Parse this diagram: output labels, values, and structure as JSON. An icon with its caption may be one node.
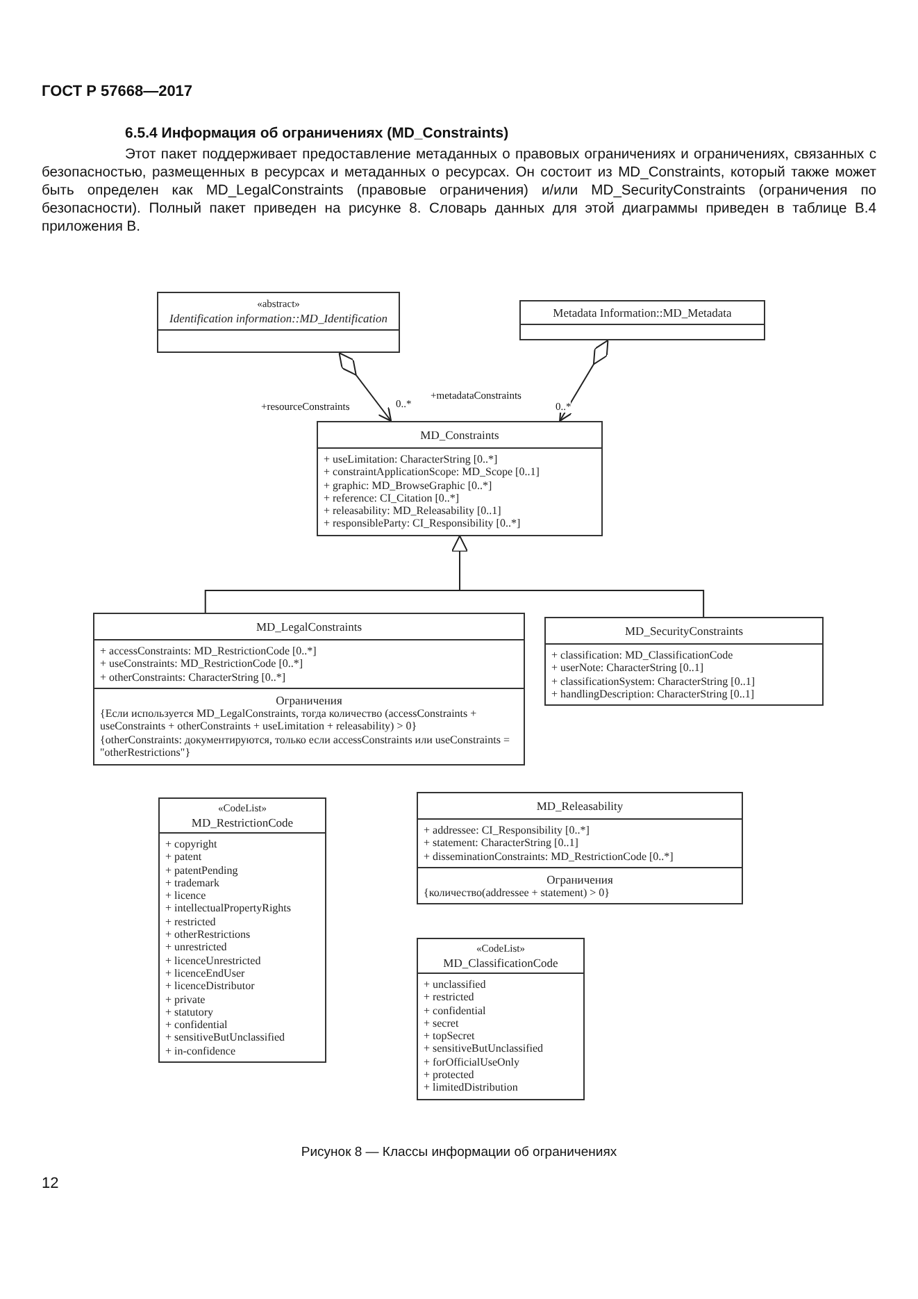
{
  "diagram": {
    "title": "6.5.4 Информация об ограничениях (MD_Constraints)",
    "caption": "Рисунок 8 — Классы информации об ограничениях",
    "nodes": [
      {
        "text": [
          "«abstract»",
          "Identification information::MD_Identification"
        ]
      },
      {
        "text": [
          "Metadata Information::MD_Metadata"
        ]
      },
      {
        "text": [
          "MD_Constraints",
          "+ useLimitation: CharacterString [0..*]",
          "+ constraintApplicationScope: MD_Scope [0..1]",
          "+ graphic: MD_BrowseGraphic [0..*]",
          "+ reference: CI_Citation [0..*]",
          "+ releasability: MD_Releasability [0..1]",
          "+ responsibleParty: CI_Responsibility [0..*]"
        ]
      },
      {
        "text": [
          "MD_LegalConstraints",
          "+ accessConstraints: MD_RestrictionCode [0..*]",
          "+ useConstraints: MD_RestrictionCode [0..*]",
          "+ otherConstraints: CharacterString [0..*]",
          "Ограничения",
          "{Если используется MD_LegalConstraints, тогда количество (accessConstraints + useConstraints + otherConstraints + useLimitation + releasability) > 0}",
          "{otherConstraints: документируются, только если accessConstraints или useConstraints = \"otherRestrictions\"}"
        ]
      },
      {
        "text": [
          "MD_SecurityConstraints",
          "+ classification: MD_ClassificationCode",
          "+ userNote: CharacterString [0..1]",
          "+ classificationSystem: CharacterString [0..1]",
          "+ handlingDescription: CharacterString [0..1]"
        ]
      },
      {
        "text": [
          "«CodeList»",
          "MD_RestrictionCode",
          "+ copyright",
          "+ patent",
          "+ patentPending",
          "+ trademark",
          "+ licence",
          "+ intellectualPropertyRights",
          "+ restricted",
          "+ otherRestrictions",
          "+ unrestricted",
          "+ licenceUnrestricted",
          "+ licenceEndUser",
          "+ licenceDistributor",
          "+ private",
          "+ statutory",
          "+ confidential",
          "+ sensitiveButUnclassified",
          "+ in-confidence"
        ]
      },
      {
        "text": [
          "MD_Releasability",
          "+ addressee: CI_Responsibility [0..*]",
          "+ statement: CharacterString [0..1]",
          "+ disseminationConstraints: MD_RestrictionCode [0..*]",
          "Ограничения",
          "{количество(addressee + statement) > 0}"
        ]
      },
      {
        "text": [
          "«CodeList»",
          "MD_ClassificationCode",
          "+ unclassified",
          "+ restricted",
          "+ confidential",
          "+ secret",
          "+ topSecret",
          "+ sensitiveButUnclassified",
          "+ forOfficialUseOnly",
          "+ protected",
          "+ limitedDistribution"
        ]
      }
    ],
    "edges": [
      {
        "from": 0,
        "to": 2,
        "arrow": "to",
        "label": "+resourceConstraints"
      },
      {
        "from": 1,
        "to": 2,
        "arrow": "to",
        "label": "+metadataConstraints"
      },
      {
        "from": 3,
        "to": 2,
        "arrow": "to"
      },
      {
        "from": 4,
        "to": 2,
        "arrow": "to"
      }
    ],
    "labels": [
      "ГОСТ Р 57668—2017",
      "Этот пакет поддерживает предоставление метаданных о правовых ограничениях и ограничениях, связанных с безопасностью, размещенных в ресурсах и метаданных о ресурсах. Он состоит из MD_Constraints, который также может быть определен как MD_LegalConstraints (правовые ограничения) и/или MD_SecurityConstraints (ограничения по безопасности). Полный пакет приведен на рисунке 8. Словарь данных для этой диаграммы приведен в таблице В.4 приложения В.",
      "0..*",
      "0..*",
      "12"
    ]
  }
}
